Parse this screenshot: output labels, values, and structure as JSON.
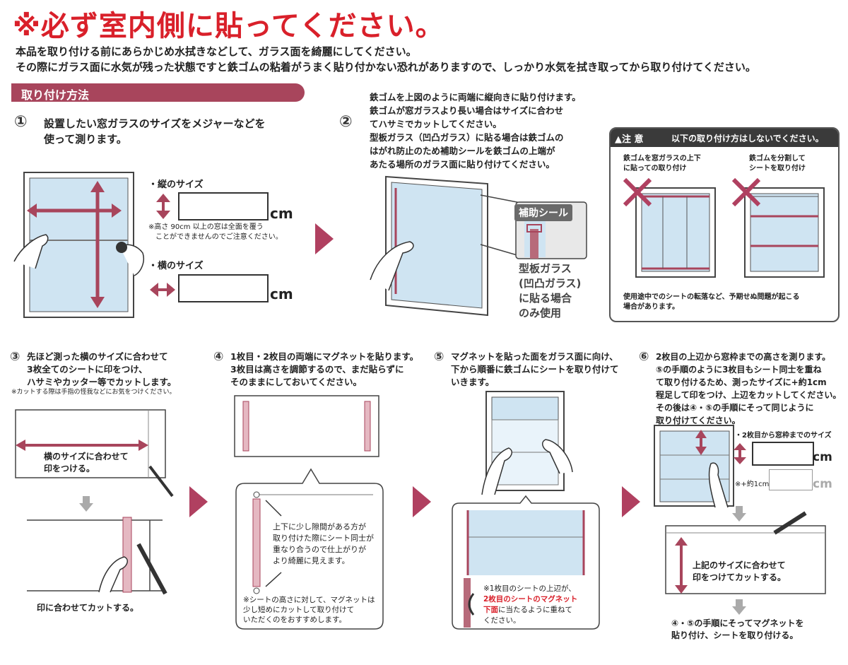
{
  "header": {
    "title": "※必ず室内側に貼ってください。",
    "intro_1": "本品を取り付ける前にあらかじめ水拭きなどして、ガラス面を綺麗にしてください。",
    "intro_2": "その際にガラス面に水気が残った状態ですと鉄ゴムの粘着がうまく貼り付かない恐れがありますので、しっかり水気を拭き取ってから取り付けてください。"
  },
  "section_title": "取り付け方法",
  "step1": {
    "number": "①",
    "text": "設置したい窓ガラスのサイズをメジャーなどを\n使って測ります。",
    "height_label": "・縦のサイズ",
    "width_label": "・横のサイズ",
    "unit": "cm",
    "note": "※高さ 90cm 以上の窓は全面を覆う\n　ことができませんのでご注意ください。"
  },
  "step2": {
    "number": "②",
    "text": "鉄ゴムを上図のように両端に縦向きに貼り付けます。\n鉄ゴムが窓ガラスより長い場合はサイズに合わせ\nてハサミでカットしてください。\n型板ガラス（凹凸ガラス）に貼る場合は鉄ゴムの\nはがれ防止のため補助シールを鉄ゴムの上端が\nあたる場所のガラス面に貼り付けてください。",
    "callout_label": "補助シール",
    "callout_note": "型板ガラス\n(凹凸ガラス)\nに貼る場合\nのみ使用"
  },
  "caution": {
    "tag": "▲注 意",
    "title": "以下の取り付け方はしないでください。",
    "case1": "鉄ゴムを窓ガラスの上下\nに貼っての取り付け",
    "case2": "鉄ゴムを分割して\nシートを取り付け",
    "footer": "使用途中でのシートの転落など、予期せぬ問題が起こる\n場合があります。"
  },
  "step3": {
    "number": "③",
    "text": "先ほど測った横のサイズに合わせて\n3枚全てのシートに印をつけ、\nハサミやカッター等でカットします。",
    "note": "※カットする際は手指の怪我などにお気をつけください。",
    "mark_label": "横のサイズに合わせて\n印をつける。",
    "cut_label": "印に合わせてカットする。"
  },
  "step4": {
    "number": "④",
    "text": "1枚目・2枚目の両端にマグネットを貼ります。\n3枚目は高さを調節するので、まだ貼らずに\nそのままにしておいてください。",
    "detail": "上下に少し隙間がある方が\n取り付けた際にシート同士が\n重なり合うので仕上がりが\nより綺麗に見えます。",
    "note": "※シートの高さに対して、マグネットは\n少し短めにカットして取り付けて\nいただくのをおすすめします。"
  },
  "step5": {
    "number": "⑤",
    "text": "マグネットを貼った面をガラス面に向け、\n下から順番に鉄ゴムにシートを取り付けて\nいきます。",
    "note_pre": "※1枚目のシートの上辺が、",
    "note_red": "2枚目のシートのマグネット\n下面",
    "note_post": "に当たるように重ねて\nください。",
    "red_color": "#d9202a"
  },
  "step6": {
    "number": "⑥",
    "text": "2枚目の上辺から窓枠までの高さを測ります。\n⑤の手順のように3枚目もシート同士を重ね\nて取り付けるため、測ったサイズに+約1cm\n程足して印をつけ、上辺をカットしてください。\nその後は④・⑤の手順にそって同じように\n取り付けてください。",
    "size_label": "・2枚目から窓枠までのサイズ",
    "unit": "cm",
    "extra_label": "※+約1cm",
    "mark_label": "上記のサイズに合わせて\n印をつけてカットする。",
    "final": "④・⑤の手順にそってマグネットを\n貼り付け、シートを取り付ける。"
  },
  "colors": {
    "accent": "#b04060",
    "title_red": "#d9202a",
    "glass": "#cfe4f2",
    "magnet": "#b76a7a"
  }
}
